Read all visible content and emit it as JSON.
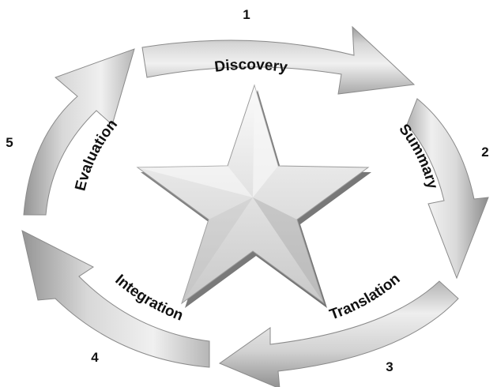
{
  "cycle": {
    "stages": [
      {
        "number": "1",
        "label": "Discovery"
      },
      {
        "number": "2",
        "label": "Summary"
      },
      {
        "number": "3",
        "label": "Translation"
      },
      {
        "number": "4",
        "label": "Integration"
      },
      {
        "number": "5",
        "label": "Evaluation"
      }
    ]
  },
  "colors": {
    "arrow_light": "#e9e9e9",
    "arrow_mid": "#c4c4c4",
    "arrow_dark": "#8e8e8e",
    "star_light": "#f4f4f4",
    "star_dark": "#9a9a9a",
    "text": "#111111"
  }
}
